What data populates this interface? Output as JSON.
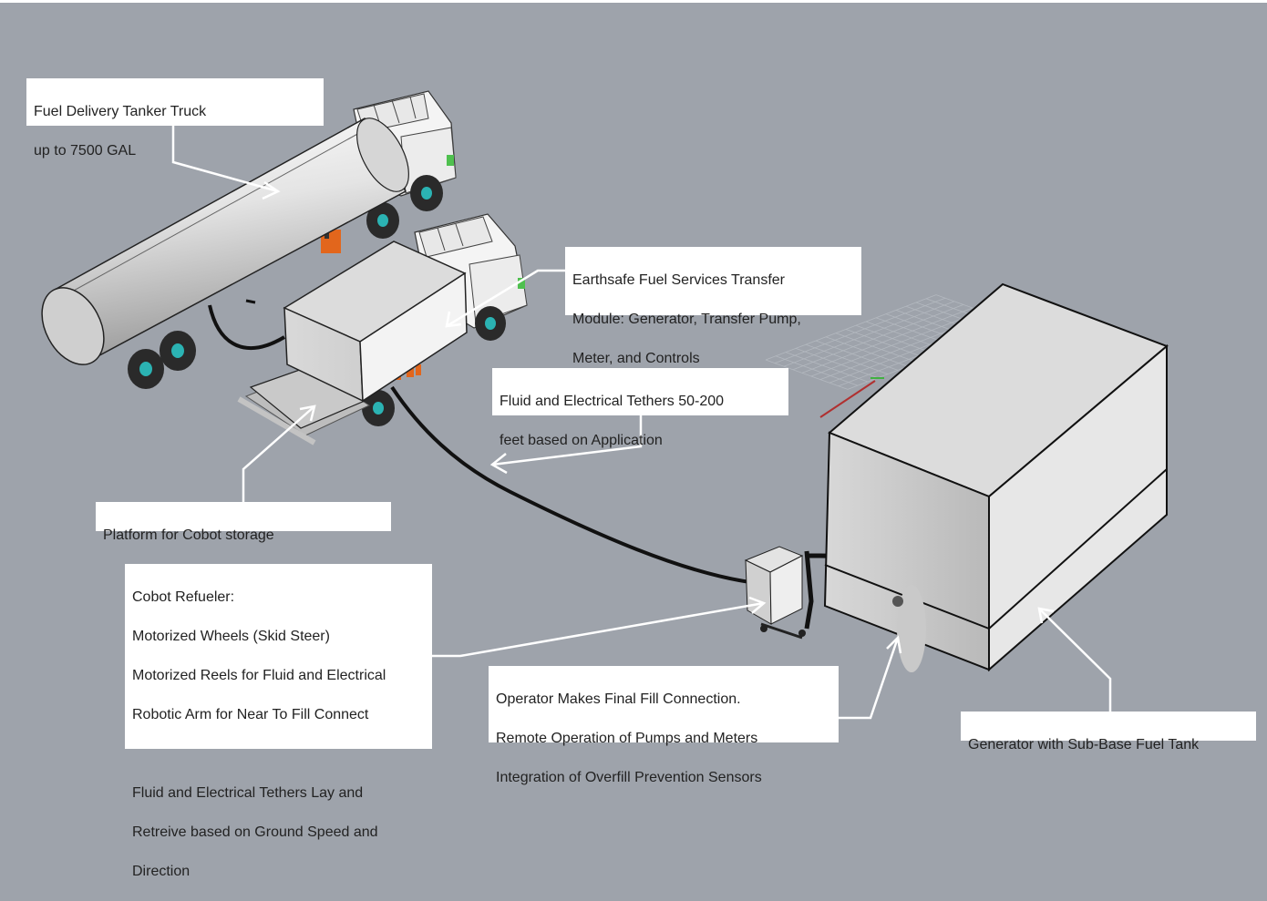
{
  "callouts": {
    "tanker": {
      "lines": [
        "Fuel Delivery Tanker Truck",
        "up to 7500 GAL"
      ]
    },
    "transfer_module": {
      "lines": [
        "Earthsafe Fuel Services Transfer",
        "Module: Generator, Transfer Pump,",
        "Meter, and Controls"
      ]
    },
    "tethers": {
      "lines": [
        "Fluid and Electrical Tethers 50-200",
        "feet based on Application"
      ]
    },
    "platform": {
      "lines": [
        "Platform for Cobot storage"
      ]
    },
    "cobot": {
      "lines": [
        "Cobot Refueler:",
        "Motorized Wheels (Skid Steer)",
        "Motorized Reels for Fluid and Electrical",
        "Robotic Arm for Near To Fill Connect",
        "",
        "Fluid and Electrical Tethers Lay and",
        "Retreive based on Ground Speed and",
        "Direction"
      ]
    },
    "operator": {
      "lines": [
        "Operator Makes Final Fill Connection.",
        "Remote Operation of Pumps and Meters",
        "Integration of Overfill Prevention Sensors"
      ]
    },
    "generator": {
      "lines": [
        "Generator with Sub-Base Fuel Tank"
      ]
    }
  },
  "colors": {
    "background": "#9ea3ab",
    "callout_box": "#ffffff",
    "arrow": "#ffffff",
    "cable": "#111111",
    "reflector_orange": "#e2661c",
    "wheel_hub": "#2bb3b3"
  }
}
